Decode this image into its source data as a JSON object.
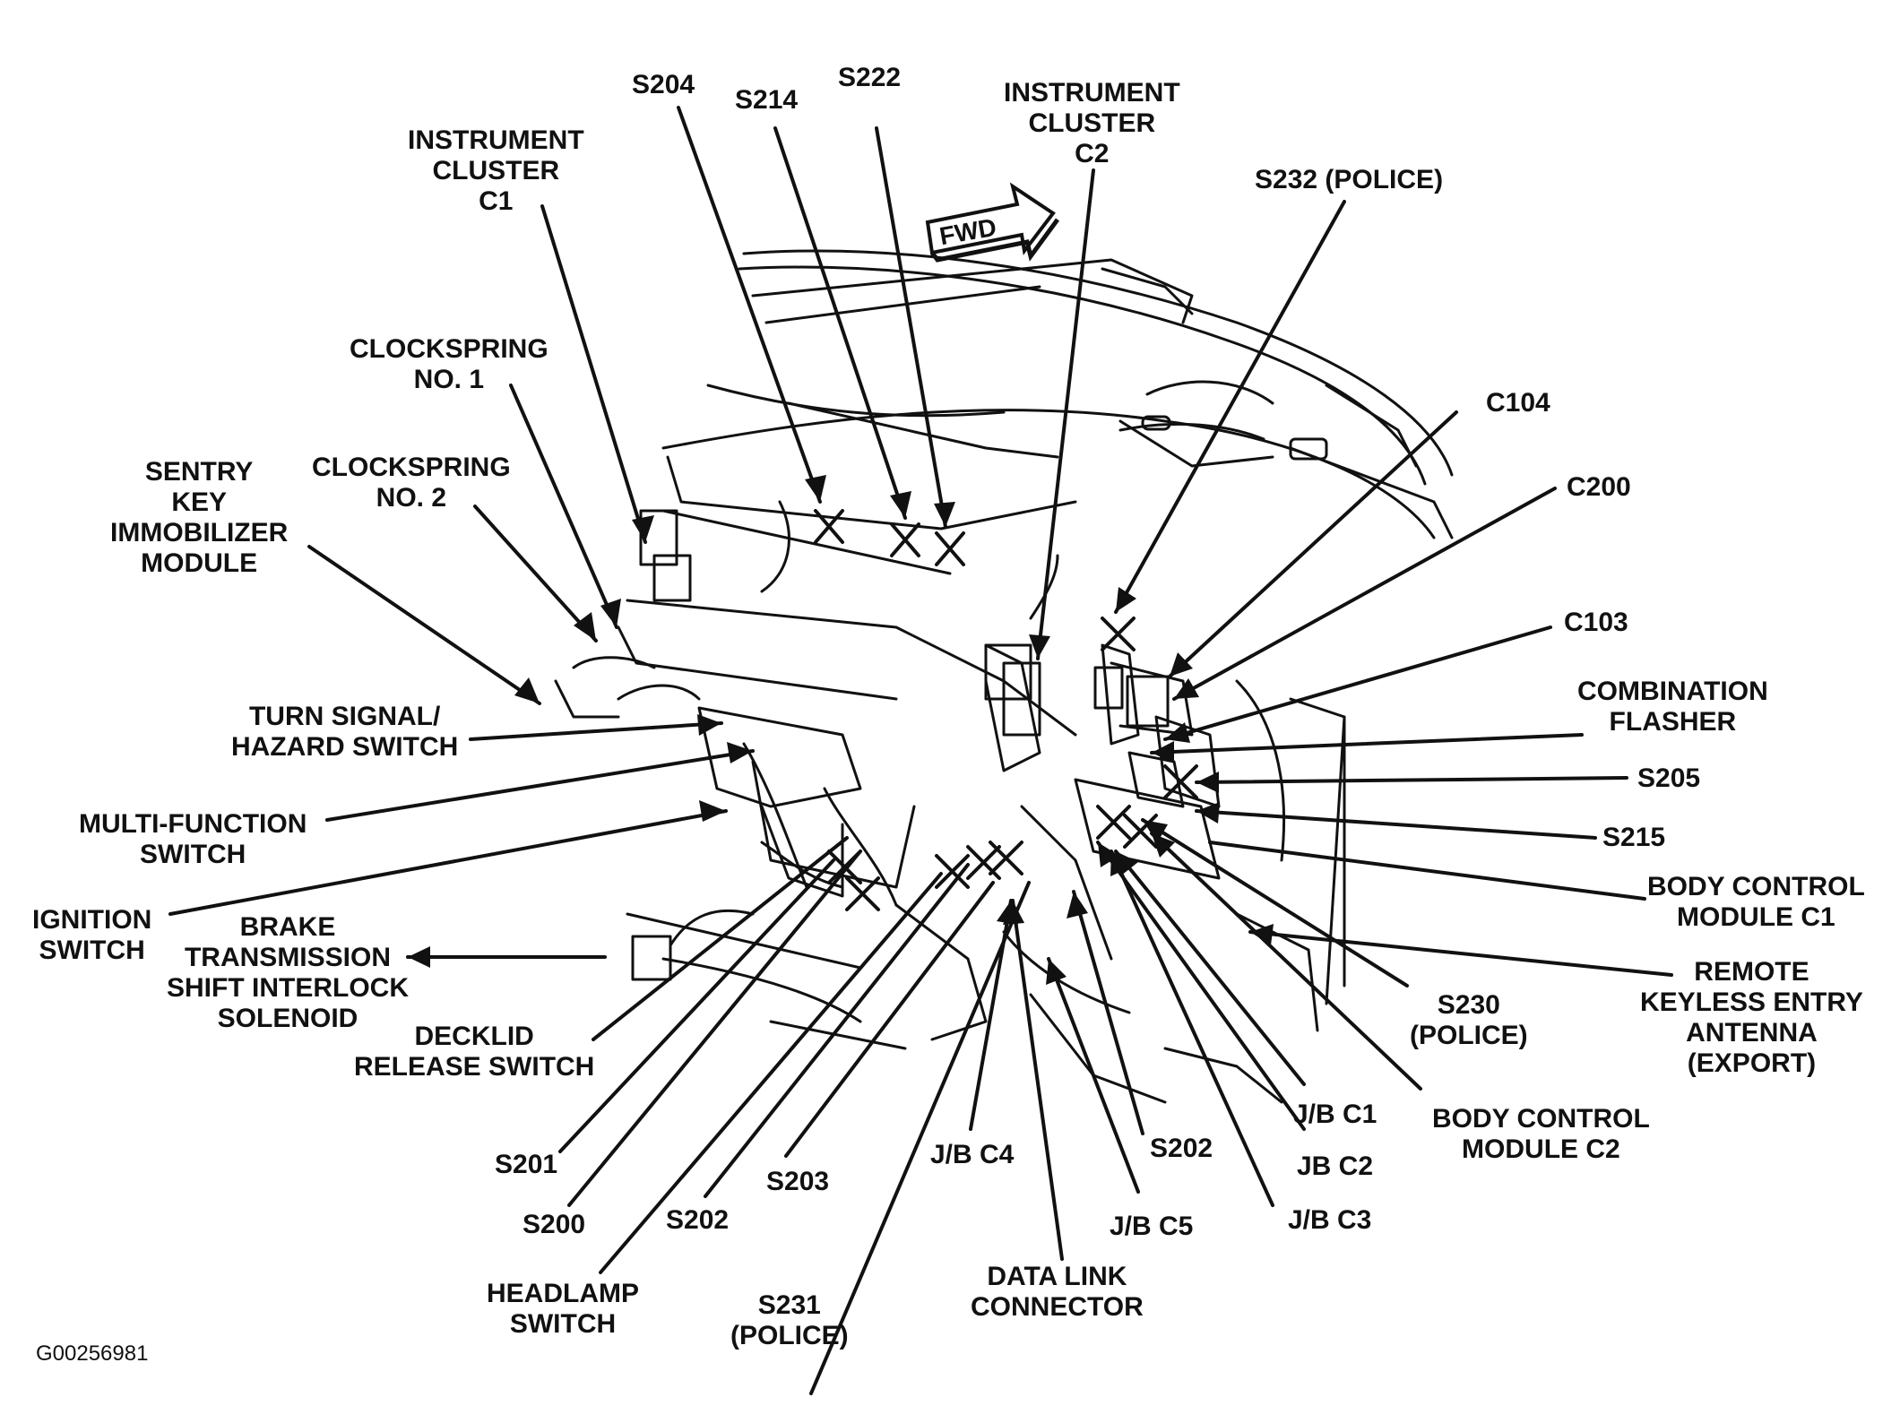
{
  "figure_id": "G00256981",
  "direction_tag": "FWD",
  "labels": {
    "instrument_cluster_c1": "INSTRUMENT\nCLUSTER\nC1",
    "s204": "S204",
    "s214": "S214",
    "s222": "S222",
    "instrument_cluster_c2": "INSTRUMENT\nCLUSTER\nC2",
    "s232_police": "S232 (POLICE)",
    "clockspring_no1": "CLOCKSPRING\nNO. 1",
    "clockspring_no2": "CLOCKSPRING\nNO. 2",
    "sentry_key_immobilizer_module": "SENTRY\nKEY\nIMMOBILIZER\nMODULE",
    "c104": "C104",
    "c200": "C200",
    "c103": "C103",
    "combination_flasher": "COMBINATION\nFLASHER",
    "s205": "S205",
    "s215": "S215",
    "body_control_module_c1": "BODY CONTROL\nMODULE C1",
    "remote_keyless_entry_antenna": "REMOTE\nKEYLESS ENTRY\nANTENNA\n(EXPORT)",
    "s230_police": "S230\n(POLICE)",
    "body_control_module_c2": "BODY CONTROL\nMODULE C2",
    "jb_c1": "J/B C1",
    "jb_c2": "JB C2",
    "jb_c3": "J/B C3",
    "s202_right": "S202",
    "jb_c5": "J/B C5",
    "data_link_connector": "DATA LINK\nCONNECTOR",
    "jb_c4": "J/B C4",
    "s203": "S203",
    "s231_police": "S231\n(POLICE)",
    "s202_left": "S202",
    "headlamp_switch": "HEADLAMP\nSWITCH",
    "s200": "S200",
    "s201": "S201",
    "decklid_release_switch": "DECKLID\nRELEASE SWITCH",
    "brake_transmission_shift_interlock_solenoid": "BRAKE\nTRANSMISSION\nSHIFT INTERLOCK\nSOLENOID",
    "ignition_switch": "IGNITION\nSWITCH",
    "multi_function_switch": "MULTI-FUNCTION\nSWITCH",
    "turn_signal_hazard_switch": "TURN SIGNAL/\nHAZARD SWITCH"
  }
}
